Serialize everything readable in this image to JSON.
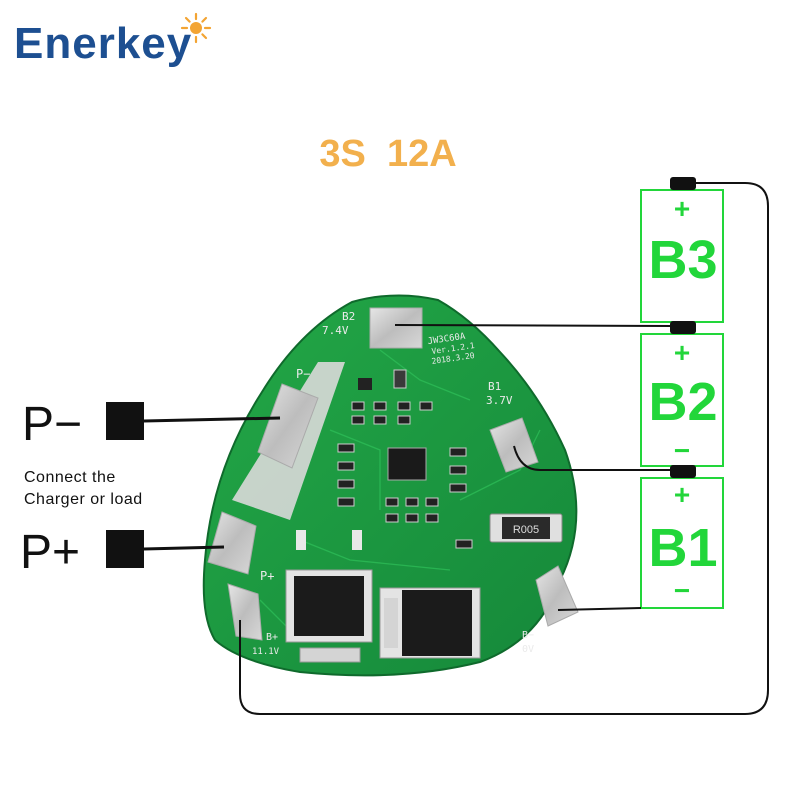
{
  "brand": {
    "name": "Enerkey",
    "logo_color": "#1d4f91",
    "sun_color": "#f3a433"
  },
  "title": {
    "text": "3S  12A",
    "color": "#f2b04d"
  },
  "batteries": [
    {
      "label": "B3",
      "plus": "+",
      "minus": ""
    },
    {
      "label": "B2",
      "plus": "+",
      "minus": "−"
    },
    {
      "label": "B1",
      "plus": "+",
      "minus": "−"
    }
  ],
  "battery_color": "#22d63a",
  "terminals": {
    "p_minus": "P−",
    "p_plus": "P+",
    "connect_note_line1": "Connect the",
    "connect_note_line2": "Charger or load"
  },
  "board": {
    "color": "#1c9a3c",
    "silk": {
      "b2": "B2",
      "b2_v": "7.4V",
      "model": "JW3C60A",
      "ver": "Ver.1.2.1",
      "date": "2018.3.20",
      "b1": "B1",
      "b1_v": "3.7V",
      "p_minus": "P−",
      "p_plus": "P+",
      "b_plus": "B+",
      "b_plus_v": "11.1V",
      "b_minus": "B−",
      "b_minus_v": "0V",
      "resistor": "R005"
    }
  }
}
